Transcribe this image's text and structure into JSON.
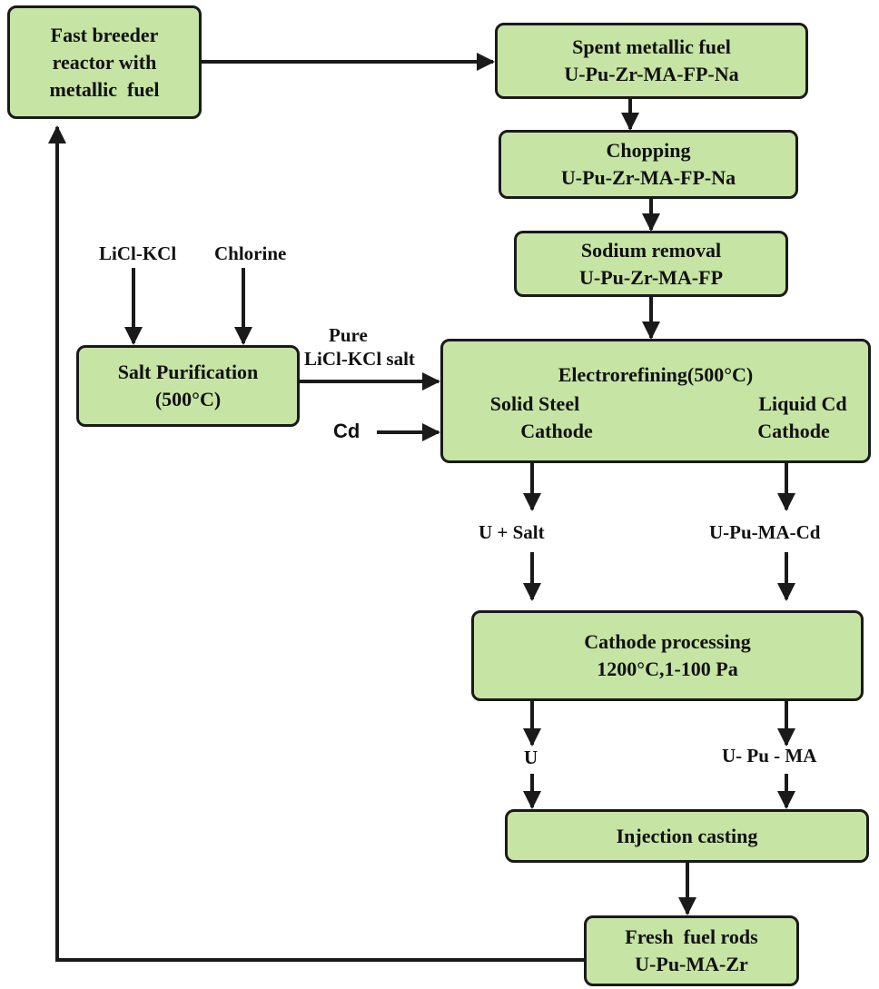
{
  "nodes": {
    "reactor": [
      "Fast breeder",
      "reactor with",
      "metallic  fuel"
    ],
    "spent_fuel": [
      "Spent metallic fuel",
      "U-Pu-Zr-MA-FP-Na"
    ],
    "chopping": [
      "Chopping",
      "U-Pu-Zr-MA-FP-Na"
    ],
    "sodium_removal": [
      "Sodium removal",
      "U-Pu-Zr-MA-FP"
    ],
    "salt_purification": [
      "Salt Purification",
      "(500°C)"
    ],
    "electrorefining": {
      "title": "Electrorefining(500°C)",
      "solid_cathode": [
        "Solid Steel",
        "Cathode"
      ],
      "liquid_cathode": [
        "Liquid Cd",
        "Cathode"
      ]
    },
    "cathode_processing": [
      "Cathode processing",
      "1200°C,1-100 Pa"
    ],
    "injection_casting": [
      "Injection casting"
    ],
    "fresh_fuel": [
      "Fresh  fuel rods",
      "U-Pu-MA-Zr"
    ]
  },
  "labels": {
    "licl_kcl": "LiCl-KCl",
    "chlorine": "Chlorine",
    "pure_salt": [
      "Pure",
      "LiCl-KCl salt"
    ],
    "cd_input": "Cd",
    "u_salt": "U + Salt",
    "u_pu_ma_cd": "U-Pu-MA-Cd",
    "u_out": "U",
    "u_pu_ma": "U- Pu - MA"
  },
  "colors": {
    "box_fill": "#c6e4a4",
    "stroke": "#1a1a1a"
  }
}
